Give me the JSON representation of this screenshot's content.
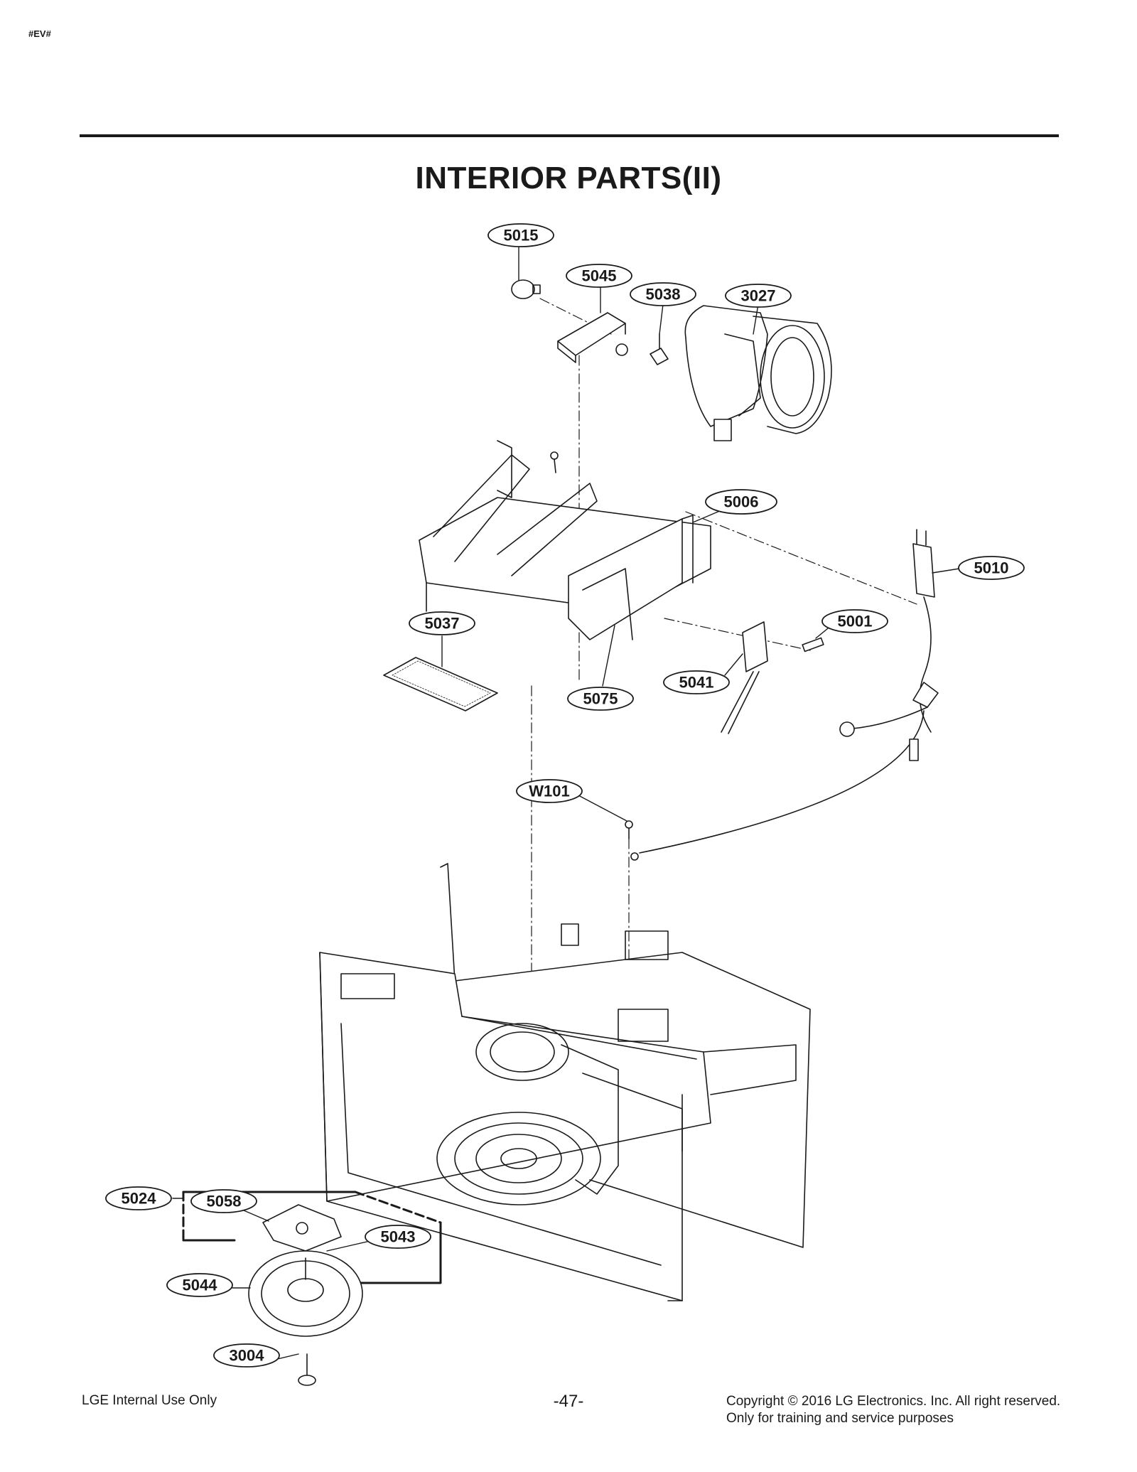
{
  "header": {
    "tag": "#EV#",
    "title": "INTERIOR PARTS(II)"
  },
  "callouts": [
    {
      "id": "5015"
    },
    {
      "id": "5045"
    },
    {
      "id": "5038"
    },
    {
      "id": "3027"
    },
    {
      "id": "5006"
    },
    {
      "id": "5010"
    },
    {
      "id": "5037"
    },
    {
      "id": "5001"
    },
    {
      "id": "5041"
    },
    {
      "id": "5075"
    },
    {
      "id": "W101"
    },
    {
      "id": "5024"
    },
    {
      "id": "5058"
    },
    {
      "id": "5043"
    },
    {
      "id": "5044"
    },
    {
      "id": "3004"
    }
  ],
  "footer": {
    "left": "LGE Internal Use Only",
    "page": "-47-",
    "copyright_line1": "Copyright © 2016 LG Electronics. Inc. All right reserved.",
    "copyright_line2": "Only for training and service purposes"
  }
}
